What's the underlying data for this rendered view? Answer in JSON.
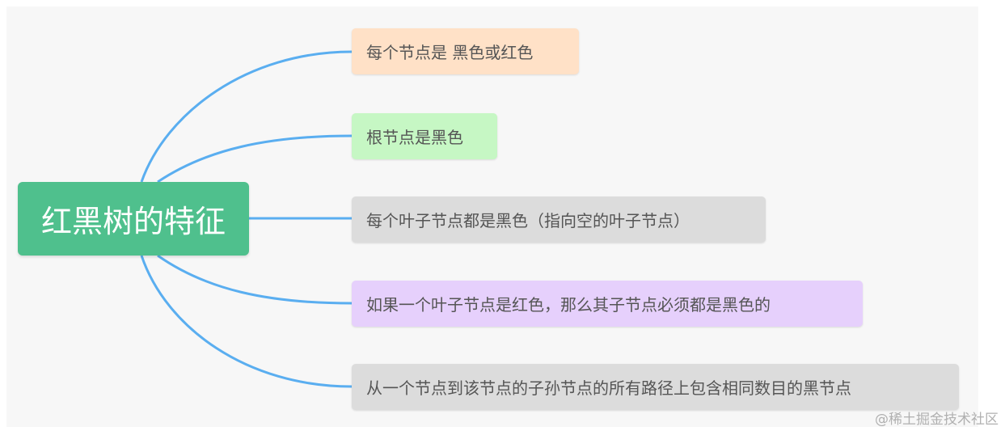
{
  "mindmap": {
    "root": {
      "label": "红黑树的特征",
      "color": "#4fc08d"
    },
    "branches": [
      {
        "label": "每个节点是 黑色或红色",
        "color": "#ffe1c7"
      },
      {
        "label": "根节点是黑色",
        "color": "#c6f7c4"
      },
      {
        "label": "每个叶子节点都是黑色（指向空的叶子节点）",
        "color": "#dcdcdc"
      },
      {
        "label": "如果一个叶子节点是红色，那么其子节点必须都是黑色的",
        "color": "#e6d0fc"
      },
      {
        "label": "从一个节点到该节点的子孙节点的所有路径上包含相同数目的黑节点",
        "color": "#dcdcdc"
      }
    ],
    "connector_color": "#5aaef0"
  },
  "watermark": {
    "text": "@稀土掘金技术社区"
  }
}
